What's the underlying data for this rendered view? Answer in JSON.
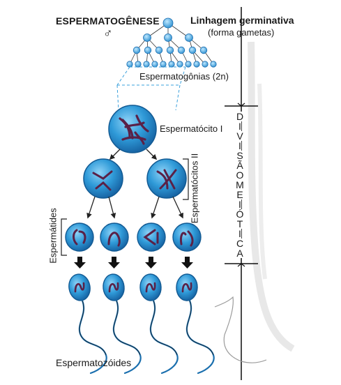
{
  "title": "ESPERMATOGÊNESE",
  "male_symbol": "♂",
  "lineage": {
    "title": "Linhagem germinativa",
    "subtitle": "(forma gametas)"
  },
  "labels": {
    "spermatogonia": "Espermatogônias (2n)",
    "spermatocyte_I": "Espermatócito I",
    "spermatocytes_II": "Espermatócitos II",
    "spermatids": "Espermátides",
    "spermatozoa": "Espermatozóides"
  },
  "meiotic_division_letters": [
    "D",
    "I",
    "V",
    "I",
    "S",
    "Ã",
    "O",
    "M",
    "E",
    "I",
    "Ó",
    "T",
    "I",
    "C",
    "A"
  ],
  "colors": {
    "cell_fill": "#2f9ad8",
    "cell_dark": "#1a6fae",
    "chromosome": "#5a2147",
    "arrow": "#222222"
  }
}
